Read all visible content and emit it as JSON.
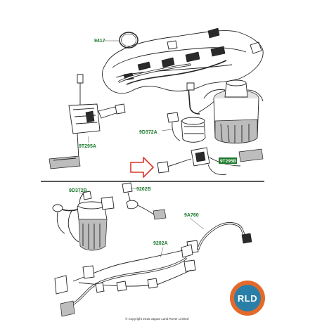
{
  "callouts": {
    "c9417": "9417",
    "c9d372a": "9D372A",
    "c9t295a": "9T295A",
    "c9t295b": "9T295B",
    "c9d372b": "9D372B",
    "c9202b": "9202B",
    "c9a760": "9A760",
    "c9202a": "9202A"
  },
  "footer": {
    "copyright": "© Copyright  2016  Jaguar Land Rover Limited"
  },
  "logo": {
    "text": "RLD",
    "colors": {
      "ring": "#e36a2a",
      "inner": "#2a7fa8"
    }
  },
  "colors": {
    "callout_green": "#1a7a2a",
    "arrow_red": "#d9362b"
  }
}
